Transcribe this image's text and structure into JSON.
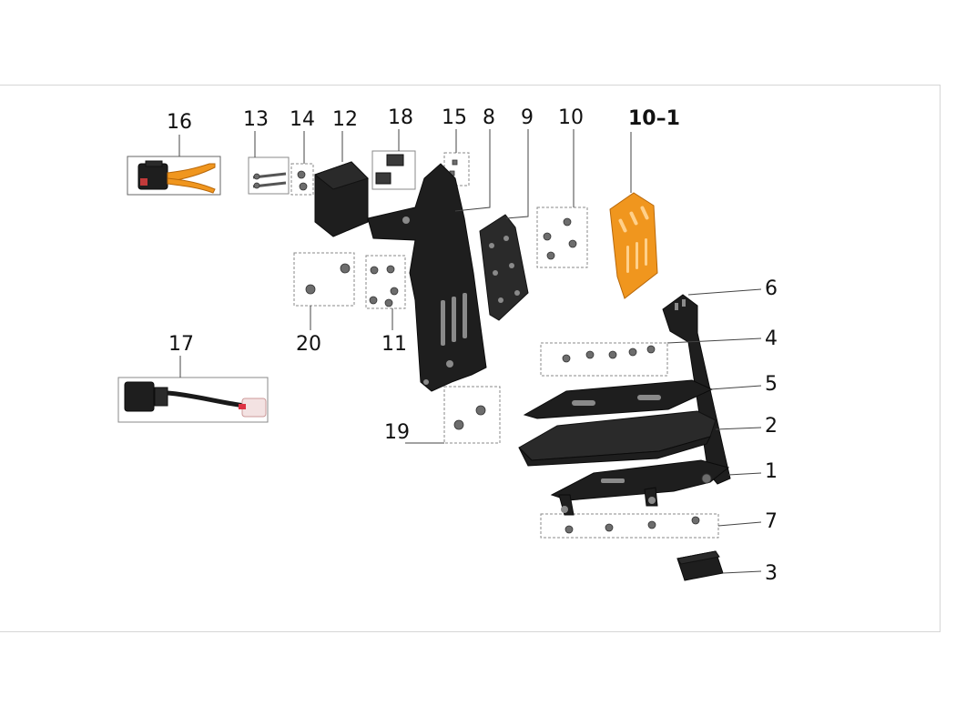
{
  "labels": {
    "l1": "1",
    "l2": "2",
    "l3": "3",
    "l4": "4",
    "l5": "5",
    "l6": "6",
    "l7": "7",
    "l8": "8",
    "l9": "9",
    "l10": "10",
    "l10_1": "10–1",
    "l11": "11",
    "l12": "12",
    "l13": "13",
    "l14": "14",
    "l15": "15",
    "l16": "16",
    "l17": "17",
    "l18": "18",
    "l19": "19",
    "l20": "20"
  },
  "colors": {
    "highlight_part": "#f0961e",
    "parts": "#2a2a2a",
    "frame_border": "#d6d6d6"
  }
}
